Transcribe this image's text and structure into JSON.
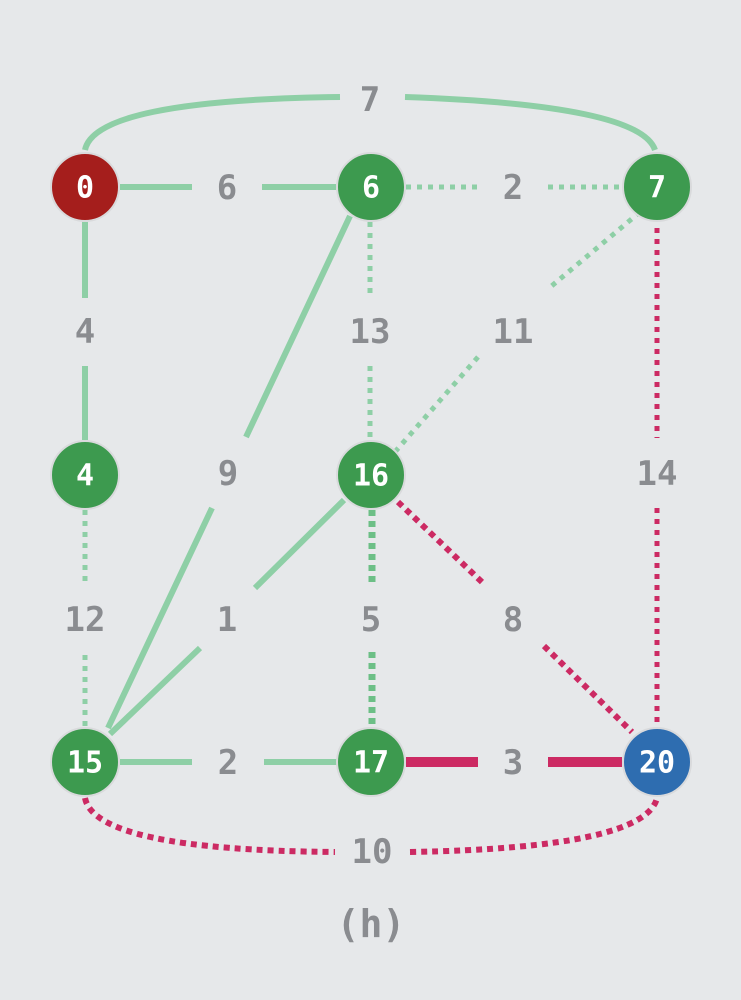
{
  "caption": "(h)",
  "colors": {
    "background": "#e6e8ea",
    "start_node": "#a51e1c",
    "visited_node": "#3d9a4f",
    "target_node": "#2e6db0",
    "tree_edge": "#8ecfa6",
    "candidate_edge": "#6cbf86",
    "path_edge": "#cc2a63",
    "label_text": "#8a8c90"
  },
  "nodes": [
    {
      "id": "n0",
      "label": "0",
      "state": "start"
    },
    {
      "id": "n6",
      "label": "6",
      "state": "visited"
    },
    {
      "id": "n7",
      "label": "7",
      "state": "visited"
    },
    {
      "id": "n4",
      "label": "4",
      "state": "visited"
    },
    {
      "id": "n16",
      "label": "16",
      "state": "visited"
    },
    {
      "id": "n15",
      "label": "15",
      "state": "visited"
    },
    {
      "id": "n17",
      "label": "17",
      "state": "visited"
    },
    {
      "id": "n20",
      "label": "20",
      "state": "target"
    }
  ],
  "edges": [
    {
      "id": "e0_7",
      "from": "n0",
      "to": "n7",
      "weight": "7",
      "style": "tree"
    },
    {
      "id": "e0_6",
      "from": "n0",
      "to": "n6",
      "weight": "6",
      "style": "tree"
    },
    {
      "id": "e6_7",
      "from": "n6",
      "to": "n7",
      "weight": "2",
      "style": "dotted-green"
    },
    {
      "id": "e0_4",
      "from": "n0",
      "to": "n4",
      "weight": "4",
      "style": "tree"
    },
    {
      "id": "e6_16",
      "from": "n6",
      "to": "n16",
      "weight": "13",
      "style": "dotted-green"
    },
    {
      "id": "e7_16",
      "from": "n7",
      "to": "n16",
      "weight": "11",
      "style": "dotted-green"
    },
    {
      "id": "e7_20",
      "from": "n7",
      "to": "n20",
      "weight": "14",
      "style": "dotted-red"
    },
    {
      "id": "e6_15",
      "from": "n6",
      "to": "n15",
      "weight": "9",
      "style": "tree"
    },
    {
      "id": "e4_15",
      "from": "n4",
      "to": "n15",
      "weight": "12",
      "style": "dotted-green"
    },
    {
      "id": "e16_15",
      "from": "n16",
      "to": "n15",
      "weight": "1",
      "style": "tree"
    },
    {
      "id": "e16_17",
      "from": "n16",
      "to": "n17",
      "weight": "5",
      "style": "dotted-green-bold"
    },
    {
      "id": "e16_20",
      "from": "n16",
      "to": "n20",
      "weight": "8",
      "style": "dotted-red"
    },
    {
      "id": "e15_17",
      "from": "n15",
      "to": "n17",
      "weight": "2",
      "style": "tree"
    },
    {
      "id": "e17_20",
      "from": "n17",
      "to": "n20",
      "weight": "3",
      "style": "path"
    },
    {
      "id": "e15_20",
      "from": "n15",
      "to": "n20",
      "weight": "10",
      "style": "dotted-red"
    }
  ]
}
